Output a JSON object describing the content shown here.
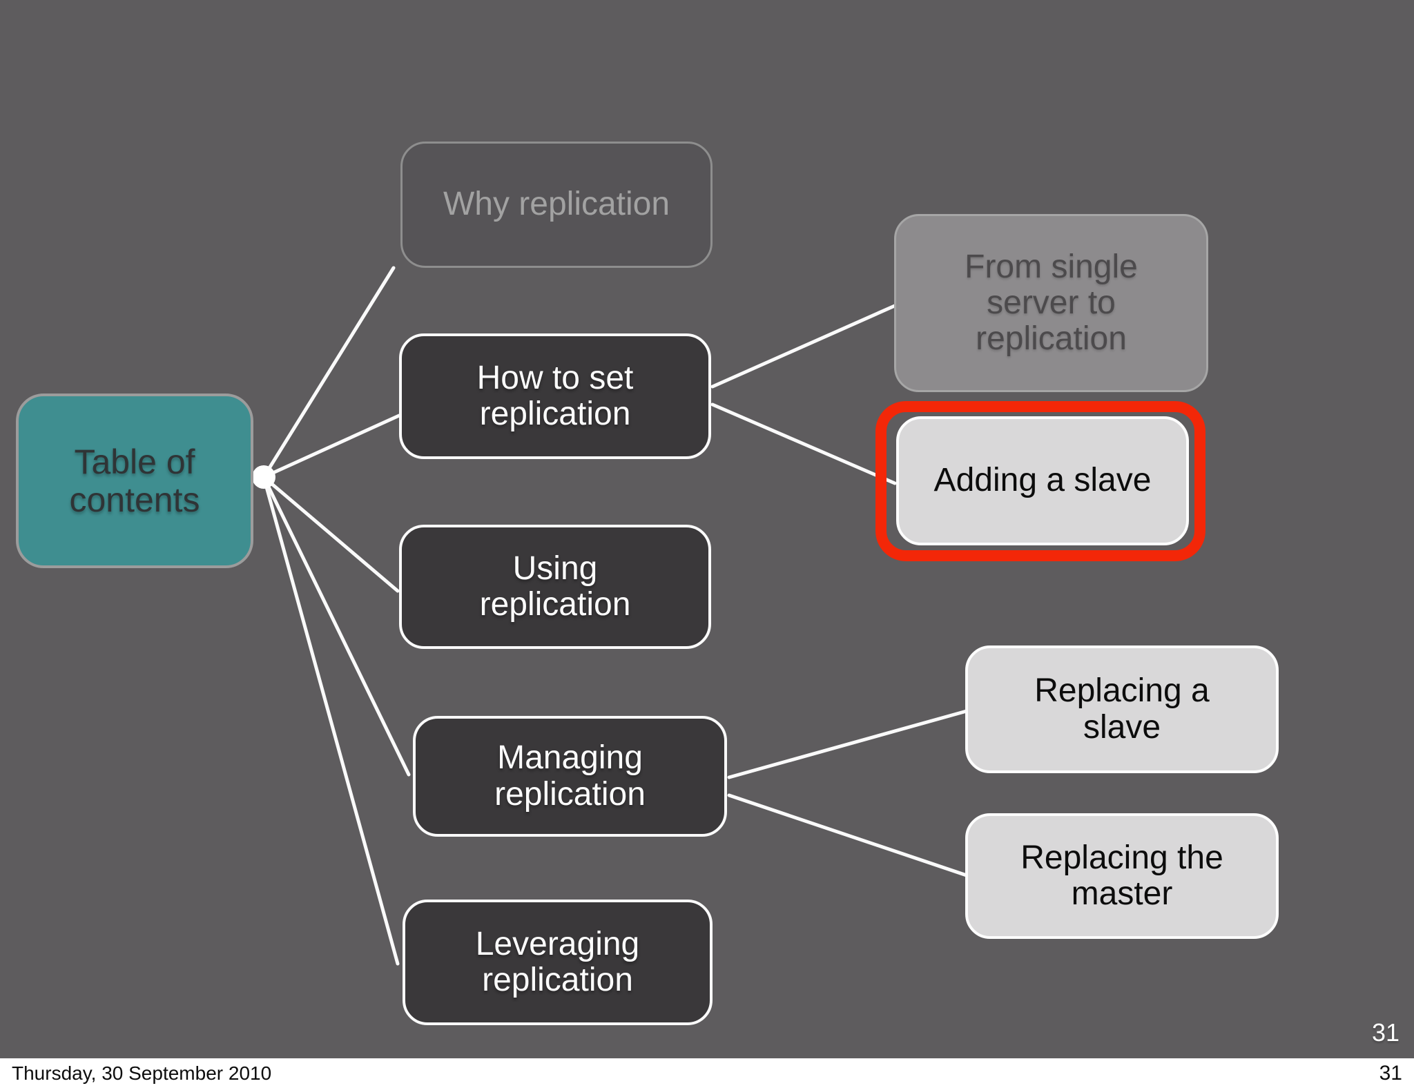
{
  "slide": {
    "page_number": "31",
    "background_color": "#5e5c5e"
  },
  "footer": {
    "date": "Thursday, 30 September 2010",
    "page_number": "31"
  },
  "diagram": {
    "root": {
      "id": "table-of-contents",
      "label": "Table of contents"
    },
    "nodes": [
      {
        "id": "why-replication",
        "label": "Why replication",
        "level": 1,
        "state": "dimmed"
      },
      {
        "id": "how-to-set-replication",
        "label": "How to set replication",
        "level": 1,
        "state": "normal"
      },
      {
        "id": "using-replication",
        "label": "Using replication",
        "level": 1,
        "state": "normal"
      },
      {
        "id": "managing-replication",
        "label": "Managing replication",
        "level": 1,
        "state": "normal"
      },
      {
        "id": "leveraging-replication",
        "label": "Leveraging replication",
        "level": 1,
        "state": "normal"
      },
      {
        "id": "from-single-server-to-replication",
        "label": "From single server to replication",
        "level": 2,
        "state": "visited"
      },
      {
        "id": "adding-a-slave",
        "label": "Adding a slave",
        "level": 2,
        "state": "current"
      },
      {
        "id": "replacing-a-slave",
        "label": "Replacing a slave",
        "level": 2,
        "state": "normal"
      },
      {
        "id": "replacing-the-master",
        "label": "Replacing the master",
        "level": 2,
        "state": "normal"
      }
    ],
    "edges": [
      {
        "from": "table-of-contents",
        "to": "why-replication"
      },
      {
        "from": "table-of-contents",
        "to": "how-to-set-replication"
      },
      {
        "from": "table-of-contents",
        "to": "using-replication"
      },
      {
        "from": "table-of-contents",
        "to": "managing-replication"
      },
      {
        "from": "table-of-contents",
        "to": "leveraging-replication"
      },
      {
        "from": "how-to-set-replication",
        "to": "from-single-server-to-replication"
      },
      {
        "from": "how-to-set-replication",
        "to": "adding-a-slave"
      },
      {
        "from": "managing-replication",
        "to": "replacing-a-slave"
      },
      {
        "from": "managing-replication",
        "to": "replacing-the-master"
      }
    ],
    "colors": {
      "background": "#5e5c5e",
      "root_fill": "#3f8e90",
      "node_dark_fill": "#3a383a",
      "node_light_fill": "#d9d8d9",
      "node_visited_fill": "#8d8b8d",
      "node_dimmed_fill": "#565457",
      "highlight_ring": "#f32708",
      "connector": "#fafafa"
    }
  }
}
